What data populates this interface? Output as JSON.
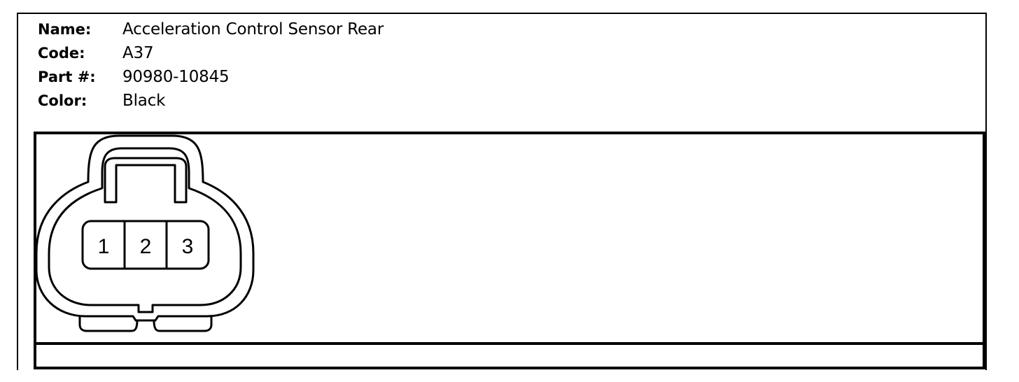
{
  "connector": {
    "name_label": "Name:",
    "name_value": "Acceleration Control Sensor Rear",
    "code_label": "Code:",
    "code_value": "A37",
    "part_label": "Part #:",
    "part_value": "90980-10845",
    "color_label": "Color:",
    "color_value": "Black"
  },
  "pins": [
    "1",
    "2",
    "3"
  ]
}
